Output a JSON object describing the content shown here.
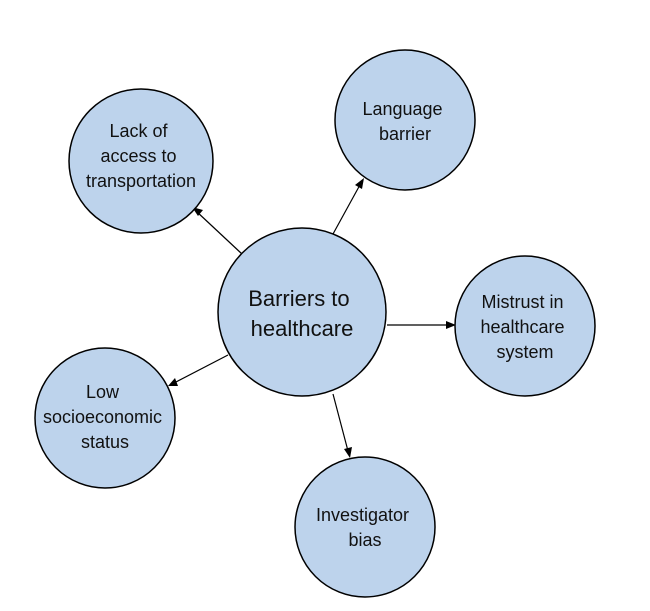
{
  "diagram": {
    "center": {
      "id": "center",
      "lines": [
        "Barriers to",
        "healthcare"
      ]
    },
    "nodes": [
      {
        "id": "transport",
        "lines": [
          "Lack of",
          "access to",
          "transportation"
        ]
      },
      {
        "id": "language",
        "lines": [
          "Language",
          "barrier"
        ]
      },
      {
        "id": "mistrust",
        "lines": [
          "Mistrust in",
          "healthcare",
          "system"
        ]
      },
      {
        "id": "socioeconomic",
        "lines": [
          "Low",
          "socioeconomic",
          "status"
        ]
      },
      {
        "id": "bias",
        "lines": [
          "Investigator",
          "bias"
        ]
      }
    ],
    "edges": [
      {
        "from": "center",
        "to": "transport"
      },
      {
        "from": "center",
        "to": "language"
      },
      {
        "from": "center",
        "to": "mistrust"
      },
      {
        "from": "center",
        "to": "socioeconomic"
      },
      {
        "from": "center",
        "to": "bias"
      }
    ],
    "colors": {
      "node_fill": "#bdd3ec",
      "node_stroke": "#000000",
      "edge": "#000000"
    }
  }
}
